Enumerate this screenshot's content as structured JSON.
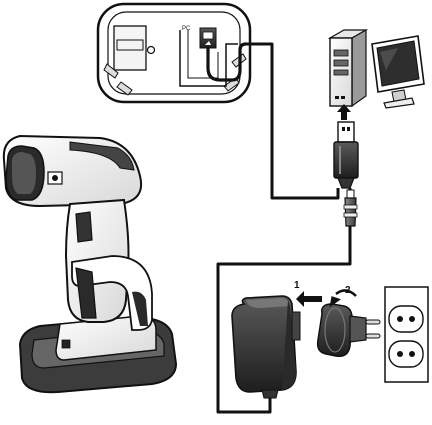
{
  "labels": {
    "step_1": "1",
    "step_2": "2",
    "dock_port": "PC"
  },
  "icons": {
    "computer": "desktop-computer-icon",
    "usb": "usb-plug-icon",
    "adapter": "power-adapter-icon",
    "outlet": "wall-outlet-icon",
    "scanner": "barcode-scanner-icon",
    "dock": "charging-dock-icon"
  }
}
